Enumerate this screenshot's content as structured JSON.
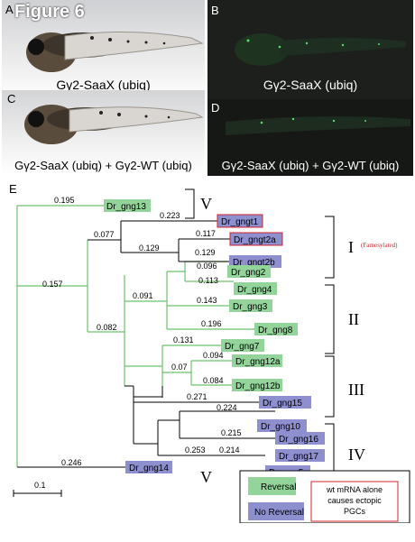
{
  "figure": {
    "title": "Figure 6",
    "panels": [
      {
        "letter": "A",
        "caption": "Gγ2-SaaX (ubiq)"
      },
      {
        "letter": "B",
        "caption": "Gγ2-SaaX (ubiq)"
      },
      {
        "letter": "C",
        "caption": "Gγ2-SaaX (ubiq) + Gγ2-WT (ubiq)"
      },
      {
        "letter": "D",
        "caption": "Gγ2-SaaX (ubiq) + Gγ2-WT (ubiq)"
      }
    ],
    "tree_label": "E"
  },
  "tree": {
    "branch_lengths": [
      "0.195",
      "0.157",
      "0.077",
      "0.223",
      "0.129",
      "0.117",
      "0.129",
      "0.082",
      "0.091",
      "0.096",
      "0.113",
      "0.143",
      "0.196",
      "0.131",
      "0.07",
      "0.094",
      "0.084",
      "0.271",
      "0.224",
      "0.215",
      "0.214",
      "0.253",
      "0.246"
    ],
    "leaves": [
      "Dr_gng13",
      "Dr_gngt1",
      "Dr_gngt2a",
      "Dr_gngt2b",
      "Dr_gng2",
      "Dr_gng4",
      "Dr_gng3",
      "Dr_gng8",
      "Dr_gng7",
      "Dr_gng12a",
      "Dr_gng12b",
      "Dr_gng15",
      "Dr_gng10",
      "Dr_gng16",
      "Dr_gng17",
      "Dr_gng5",
      "Dr_gng14"
    ],
    "groups": [
      {
        "label": "V",
        "note": ""
      },
      {
        "label": "I",
        "note": "(Farnesylated)"
      },
      {
        "label": "II",
        "note": ""
      },
      {
        "label": "III",
        "note": ""
      },
      {
        "label": "IV",
        "note": ""
      },
      {
        "label": "V",
        "note": ""
      }
    ],
    "scale_label": "0.1",
    "legend": {
      "reversal": "Reversal",
      "no_reversal": "No Reversal",
      "wt_line1": "wt mRNA alone",
      "wt_line2": "causes ectopic",
      "wt_line3": "PGCs"
    },
    "colors": {
      "reversal": "#93d49a",
      "no_reversal": "#8e8fcf",
      "green_branch": "#6cc36c",
      "ectopic_border": "#d0262b"
    }
  }
}
